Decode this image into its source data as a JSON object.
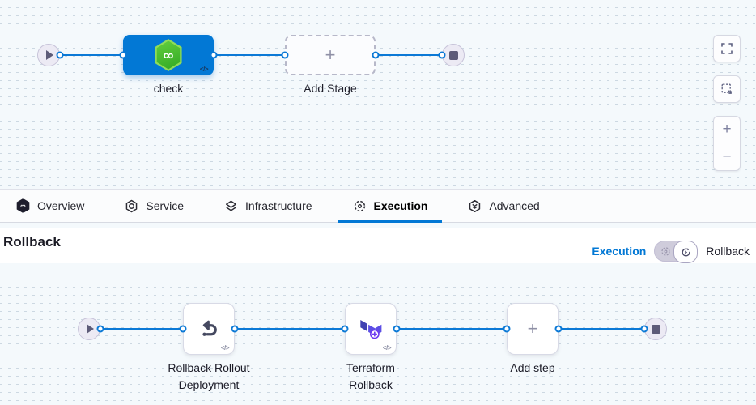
{
  "icons": {
    "infinity": "∞",
    "plus": "+",
    "code": "</>",
    "zoom_in": "+",
    "zoom_out": "−"
  },
  "top_pipeline": {
    "stage_label": "check",
    "add_stage_label": "Add Stage"
  },
  "tabs": [
    {
      "label": "Overview",
      "icon": "harness-logo-icon",
      "active": false
    },
    {
      "label": "Service",
      "icon": "service-icon",
      "active": false
    },
    {
      "label": "Infrastructure",
      "icon": "infrastructure-icon",
      "active": false
    },
    {
      "label": "Execution",
      "icon": "execution-icon",
      "active": true
    },
    {
      "label": "Advanced",
      "icon": "advanced-icon",
      "active": false
    }
  ],
  "rollback_section": {
    "title": "Rollback",
    "toggle_left_label": "Execution",
    "toggle_right_label": "Rollback",
    "toggle_state": "rollback"
  },
  "rollback_pipeline": {
    "steps": [
      {
        "label_lines": [
          "Rollback Rollout",
          "Deployment"
        ],
        "icon": "rollback-undo-icon"
      },
      {
        "label_lines": [
          "Terraform",
          "Rollback"
        ],
        "icon": "terraform-icon"
      }
    ],
    "add_step_label": "Add step"
  },
  "colors": {
    "accent_blue": "#0278d5",
    "harness_green": "#3fb22e",
    "terraform_purple": "#5c4ee5",
    "connector_blue": "#0b79d6"
  }
}
